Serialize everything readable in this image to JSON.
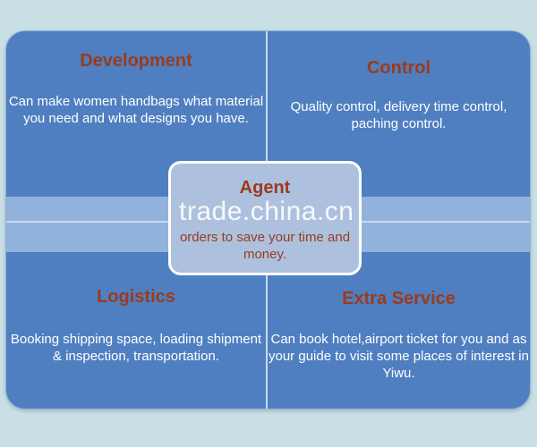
{
  "development": {
    "title": "Development",
    "desc": "Can make women handbags what material you need and what designs you have."
  },
  "control": {
    "title": "Control",
    "desc": "Quality control, delivery time control, paching control."
  },
  "agent": {
    "title": "Agent",
    "desc": "orders to save your time and money."
  },
  "logistics": {
    "title": "Logistics",
    "desc": "Booking shipping space, loading shipment & inspection, transportation."
  },
  "extra": {
    "title": "Extra Service",
    "desc": "Can book hotel,airport ticket for you and as your guide to visit some places of interest in Yiwu."
  },
  "watermark": "trade.china.cn"
}
